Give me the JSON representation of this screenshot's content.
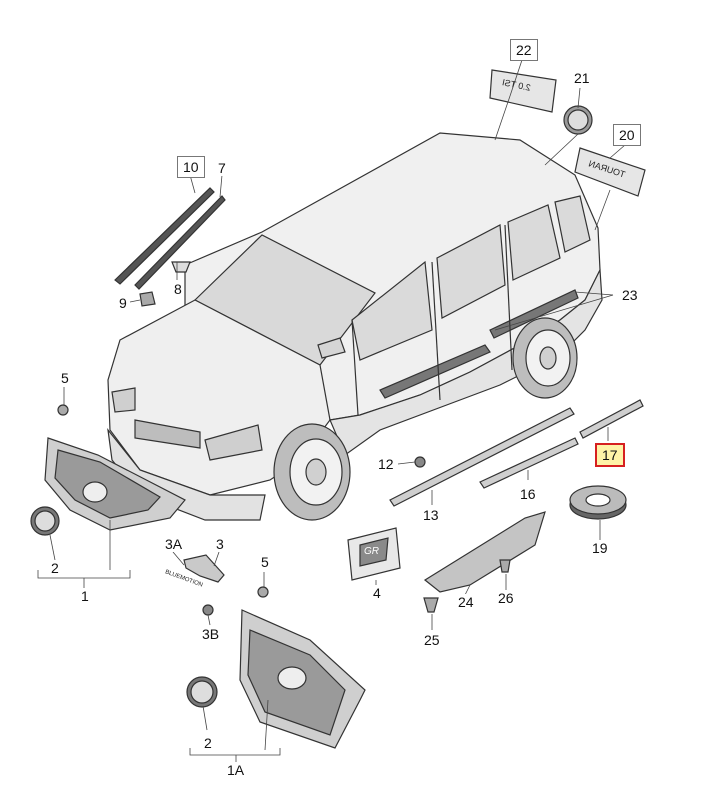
{
  "diagram": {
    "highlighted_callout": "17",
    "callouts": {
      "c1": "1",
      "c1a": "1A",
      "c2a": "2",
      "c2b": "2",
      "c3": "3",
      "c3a": "3A",
      "c3b": "3B",
      "c4": "4",
      "c5a": "5",
      "c5b": "5",
      "c7": "7",
      "c8": "8",
      "c9": "9",
      "c10": "10",
      "c12": "12",
      "c13": "13",
      "c16": "16",
      "c17": "17",
      "c19": "19",
      "c20": "20",
      "c21": "21",
      "c22": "22",
      "c23": "23",
      "c24": "24",
      "c25": "25",
      "c26": "26"
    },
    "badges": {
      "b22": "2.0 TSI",
      "b20": "TOURAN",
      "b4": "GR"
    },
    "tiny_label": "BLUEMOTION"
  },
  "colors": {
    "line": "#333333",
    "fill": "#e6e6e6",
    "fill_dark": "#9a9a9a",
    "highlight_border": "#d62020",
    "highlight_fill": "#fff3a8"
  }
}
